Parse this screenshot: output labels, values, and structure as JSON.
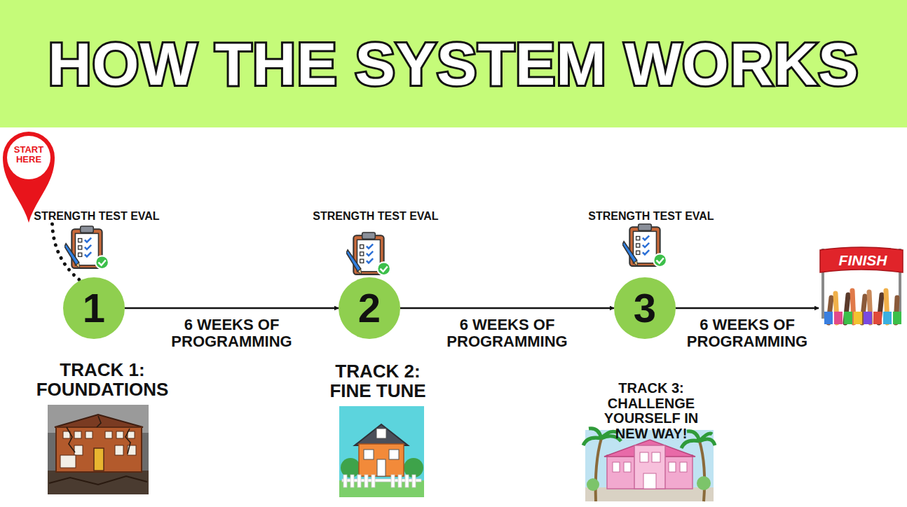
{
  "diagram": {
    "title": "HOW THE SYSTEM WORKS",
    "nodes": [
      {
        "text": [
          "START HERE"
        ]
      },
      {
        "text": [
          "1"
        ]
      },
      {
        "text": [
          "2"
        ]
      },
      {
        "text": [
          "3"
        ]
      },
      {
        "text": [
          "FINISH"
        ]
      }
    ],
    "edges": [
      {
        "from": 0,
        "to": 1,
        "arrow": "none"
      },
      {
        "from": 1,
        "to": 2,
        "label": "6 WEEKS OF PROGRAMMING",
        "arrow": "to"
      },
      {
        "from": 2,
        "to": 3,
        "label": "6 WEEKS OF PROGRAMMING",
        "arrow": "to"
      },
      {
        "from": 3,
        "to": 4,
        "label": "6 WEEKS OF PROGRAMMING",
        "arrow": "to"
      }
    ],
    "labels": [
      "STRENGTH TEST EVAL",
      "STRENGTH TEST EVAL",
      "STRENGTH TEST EVAL",
      "TRACK 1: FOUNDATIONS",
      "TRACK 2: FINE TUNE",
      "TRACK 3: CHALLENGE YOURSELF IN NEW WAY!"
    ]
  }
}
